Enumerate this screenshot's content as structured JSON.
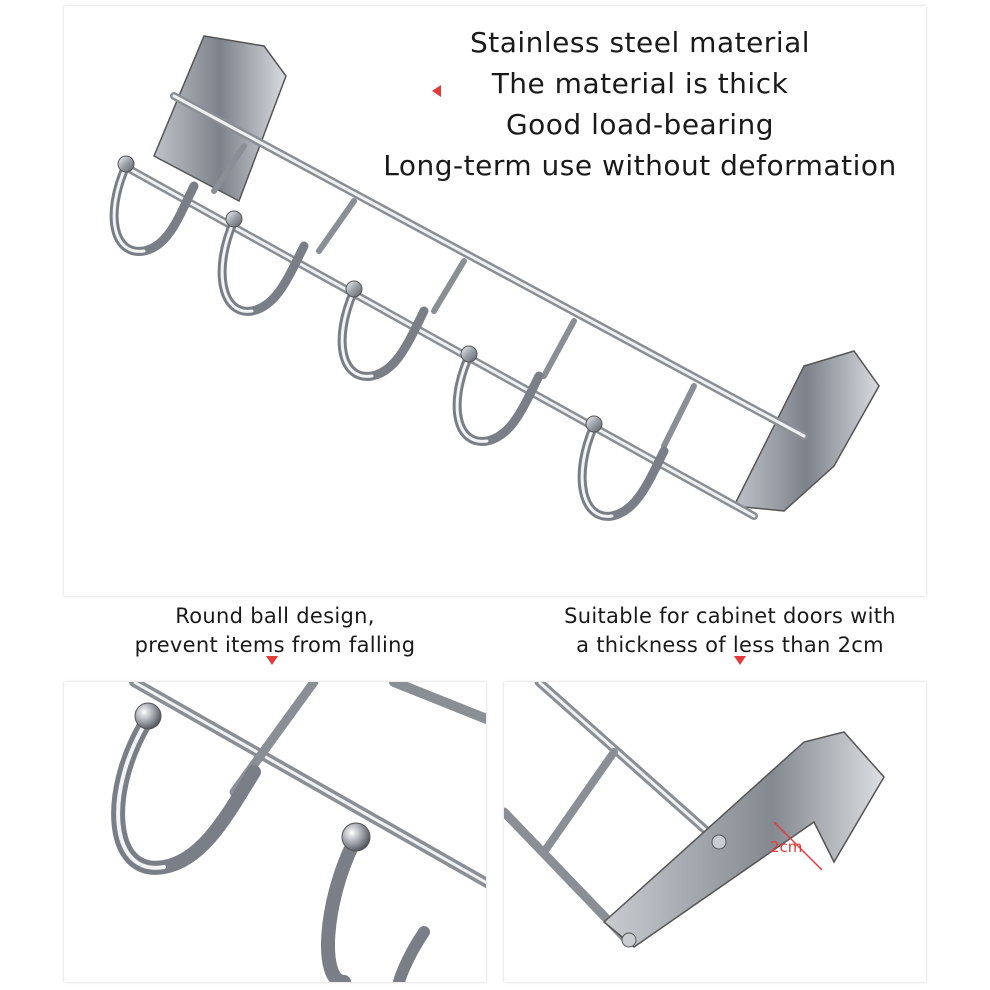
{
  "features": [
    "Stainless steel material",
    "The material is thick",
    "Good load-bearing",
    "Long-term use without deformation"
  ],
  "captions": {
    "ball_design": [
      "Round ball design,",
      "prevent items from falling"
    ],
    "door_fit": [
      "Suitable for cabinet doors with",
      "a thickness of less than 2cm"
    ]
  },
  "dimension_label": "2cm",
  "colors": {
    "accent": "#e23a3a",
    "steel_light": "#e6e8ec",
    "steel_dark": "#6c7078"
  }
}
